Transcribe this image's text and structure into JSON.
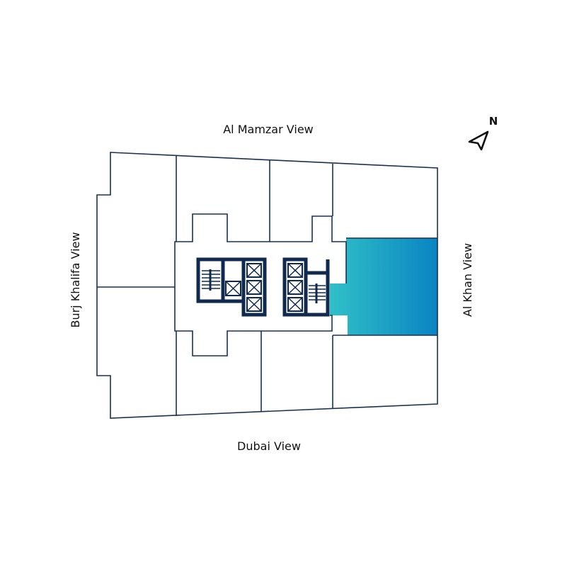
{
  "views": {
    "north": "Al Mamzar View",
    "south": "Dubai View",
    "west": "Burj Khalifa View",
    "east": "Al Khan View"
  },
  "compass": {
    "label": "N",
    "icon": "north-arrow-icon"
  },
  "highlight": {
    "unit": "selected-unit",
    "gradient_start": "#30c0c8",
    "gradient_end": "#0a84c2"
  },
  "colors": {
    "outline": "#1b3152",
    "core": "#0f2a4e"
  }
}
